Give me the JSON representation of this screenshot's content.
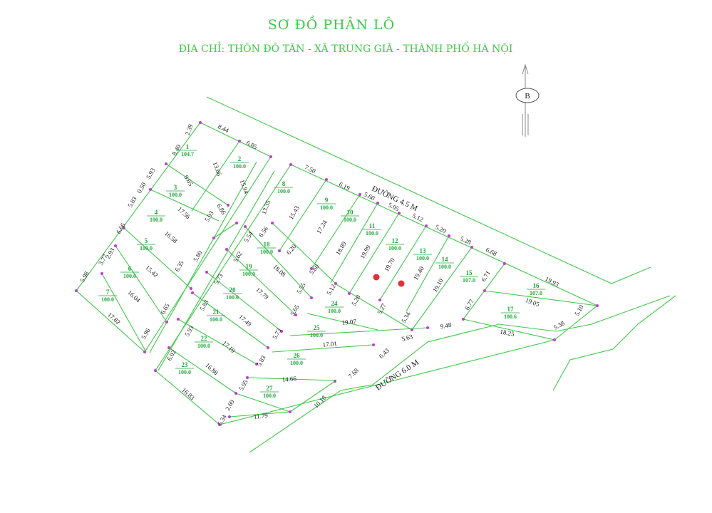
{
  "title": "SƠ ĐỒ PHÂN LÔ",
  "subtitle": "ĐỊA CHỈ: THÔN ĐÔ TÂN - XÃ TRUNG GIÃ - THÀNH PHỐ HÀ NỘI",
  "north_label": "B",
  "roads": {
    "road_a": "ĐƯỜNG 4.5 M",
    "road_b": "ĐƯỜNG 6.0 M"
  },
  "colors": {
    "line": "#3fc84a",
    "text_green": "#1fa83a",
    "vertex": "#c23bd0",
    "marker": "#e0303a"
  },
  "lots": [
    {
      "id": "1",
      "area": "104.7"
    },
    {
      "id": "2",
      "area": "100.0"
    },
    {
      "id": "3",
      "area": "100.0"
    },
    {
      "id": "4",
      "area": "100.0"
    },
    {
      "id": "5",
      "area": "100.0"
    },
    {
      "id": "6",
      "area": "100.0"
    },
    {
      "id": "7",
      "area": "100.0"
    },
    {
      "id": "8",
      "area": "100.0"
    },
    {
      "id": "9",
      "area": "100.0"
    },
    {
      "id": "10",
      "area": "100.0"
    },
    {
      "id": "11",
      "area": "100.0"
    },
    {
      "id": "12",
      "area": "100.0"
    },
    {
      "id": "13",
      "area": "100.0"
    },
    {
      "id": "14",
      "area": "100.0"
    },
    {
      "id": "15",
      "area": "107.0"
    },
    {
      "id": "16",
      "area": "107.0"
    },
    {
      "id": "17",
      "area": "100.6"
    },
    {
      "id": "18",
      "area": "100.0"
    },
    {
      "id": "19",
      "area": "100.0"
    },
    {
      "id": "20",
      "area": "100.0"
    },
    {
      "id": "21",
      "area": "100.0"
    },
    {
      "id": "22",
      "area": "100.0"
    },
    {
      "id": "23",
      "area": "100.0"
    },
    {
      "id": "24",
      "area": "100.0"
    },
    {
      "id": "25",
      "area": "100.0"
    },
    {
      "id": "26",
      "area": "100.0"
    },
    {
      "id": "27",
      "area": "100.0"
    }
  ],
  "dimensions": [
    "8.44",
    "2.39",
    "6.85",
    "8.40",
    "13.66",
    "5.93",
    "0.50",
    "9.65",
    "15.94",
    "5.83",
    "6.86",
    "17.56",
    "6.66",
    "16.58",
    "5.93",
    "2.93",
    "3.77",
    "5.80",
    "5.98",
    "15.42",
    "6.35",
    "16.04",
    "6.65",
    "17.82",
    "5.96",
    "7.50",
    "6.19",
    "5.60",
    "5.05",
    "5.12",
    "5.20",
    "5.28",
    "6.68",
    "13.35",
    "15.43",
    "17.24",
    "18.89",
    "19.99",
    "19.70",
    "19.40",
    "19.10",
    "6.71",
    "19.93",
    "6.56",
    "6.20",
    "5.54",
    "5.60",
    "5.62",
    "18.08",
    "5.55",
    "5.12",
    "5.20",
    "5.27",
    "5.34",
    "5.73",
    "17.79",
    "6.77",
    "19.05",
    "5.10",
    "5.83",
    "17.49",
    "5.65",
    "19.07",
    "9.48",
    "5.38",
    "18.25",
    "5.93",
    "17.19",
    "5.73",
    "17.01",
    "5.63",
    "6.43",
    "6.02",
    "16.88",
    "5.83",
    "5.95",
    "14.66",
    "7.68",
    "16.83",
    "2.69",
    "10.18",
    "5.34",
    "11.79"
  ]
}
